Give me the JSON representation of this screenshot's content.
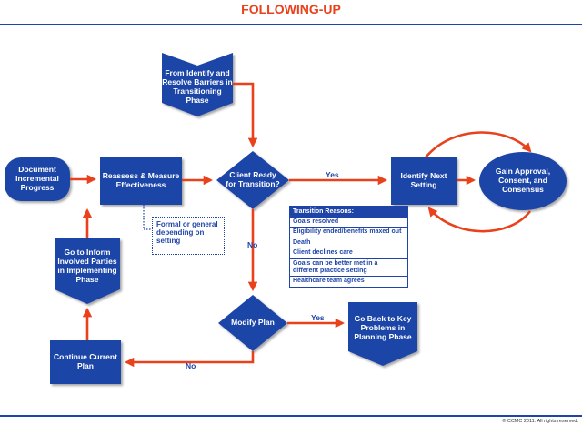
{
  "title": "FOLLOWING-UP",
  "nodes": {
    "from_identify": "From Identify and Resolve Barriers in Transitioning Phase",
    "document": "Document Incremental Progress",
    "reassess": "Reassess & Measure Effectiveness",
    "client_ready": "Client Ready for Transition?",
    "identify_next": "Identify Next Setting",
    "gain_approval": "Gain Approval, Consent, and Consensus",
    "inform_parties": "Go to Inform Involved Parties in Implementing Phase",
    "modify_plan": "Modify Plan",
    "go_back": "Go Back to Key Problems in Planning Phase",
    "continue_plan": "Continue Current Plan"
  },
  "edge_labels": {
    "yes_ready": "Yes",
    "no_ready": "No",
    "yes_modify": "Yes",
    "no_modify": "No"
  },
  "note": "Formal or general depending on setting",
  "transition_reasons": {
    "header": "Transition Reasons:",
    "items": [
      "Goals resolved",
      "Eligibility ended/benefits maxed out",
      "Death",
      "Client declines care",
      "Goals can be better met in a different practice setting",
      "Healthcare team agrees"
    ]
  },
  "copyright": "© CCMC 2011. All rights reserved.",
  "colors": {
    "node": "#1f44a8",
    "arrow": "#e8411c",
    "title": "#e8411c"
  }
}
